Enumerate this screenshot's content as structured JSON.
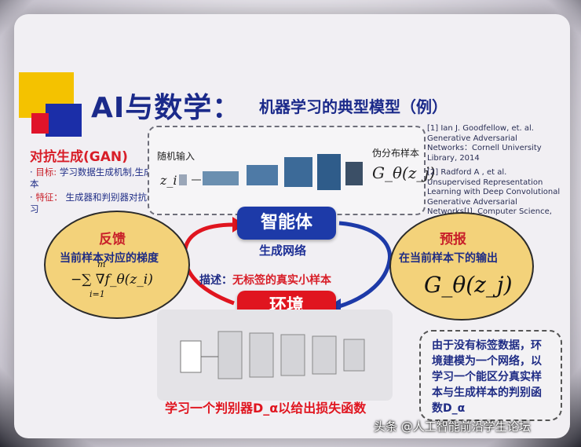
{
  "title": "AI与数学：",
  "subtitle": "机器学习的典型模型（例）",
  "gan": {
    "heading": "对抗生成(GAN)",
    "goal_label": "目标:",
    "goal_text": "学习数据生成机制,生成样本",
    "feature_label": "特征：",
    "feature_text": "生成器和判别器对抗学习"
  },
  "network": {
    "input_label": "随机输入",
    "input_symbol": "z_i",
    "output_label": "伪分布样本",
    "output_symbol": "G_θ(z_j)"
  },
  "references": [
    "[1] Ian J. Goodfellow, et. al. Generative Adversarial Networks：Cornell University Library, 2014",
    "[2] Radford A , et al. Unsupervised Representation Learning with Deep Convolutional Generative Adversarial Networks[J]. Computer Science, 2015."
  ],
  "agent": {
    "label": "智能体",
    "sub": "生成网络"
  },
  "environment": {
    "label": "环境"
  },
  "description": {
    "prefix": "描述：",
    "text": "无标签的真实小样本"
  },
  "feedback": {
    "title": "反馈",
    "line": "当前样本对应的梯度",
    "formula": "−∑ ∇f_θ(z_i)",
    "sum_top": "m",
    "sum_bottom": "i=1"
  },
  "forecast": {
    "title": "预报",
    "line": "在当前样本下的输出",
    "formula": "G_θ(z_j)"
  },
  "discriminator_caption": "学习一个判别器D_α以给出损失函数",
  "note": "由于没有标签数据，环境建模为一个网络，以学习一个能区分真实样本与生成样本的判别函数D_α",
  "watermark": "头条 @人工智能前沿学生论坛",
  "colors": {
    "blue": "#1d3aa8",
    "red": "#e0151f",
    "gold": "#f3d27a"
  }
}
